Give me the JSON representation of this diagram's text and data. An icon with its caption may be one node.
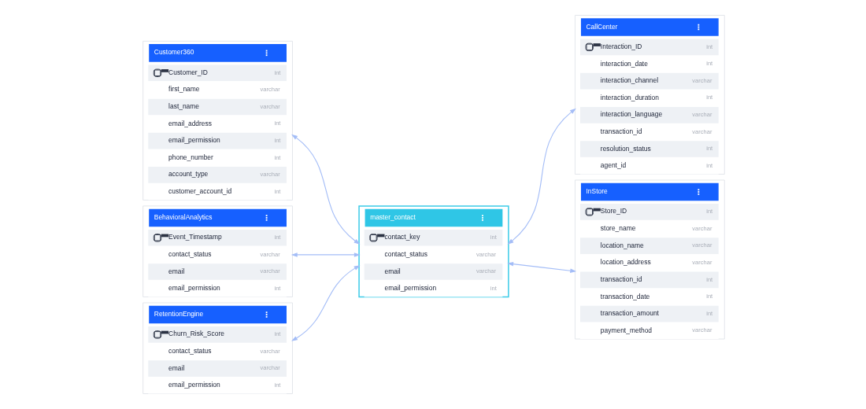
{
  "diagram": {
    "nodes": [
      {
        "text": [
          "Customer360"
        ]
      },
      {
        "text": [
          "Customer_ID",
          "int"
        ],
        "in": 0
      },
      {
        "text": [
          "first_name",
          "varchar"
        ],
        "in": 0
      },
      {
        "text": [
          "last_name",
          "varchar"
        ],
        "in": 0
      },
      {
        "text": [
          "email_address",
          "int"
        ],
        "in": 0
      },
      {
        "text": [
          "email_permission",
          "int"
        ],
        "in": 0
      },
      {
        "text": [
          "phone_number",
          "int"
        ],
        "in": 0
      },
      {
        "text": [
          "account_type",
          "varchar"
        ],
        "in": 0
      },
      {
        "text": [
          "customer_account_id",
          "int"
        ],
        "in": 0
      },
      {
        "text": [
          "BehavioralAnalytics"
        ]
      },
      {
        "text": [
          "Event_Timestamp",
          "int"
        ],
        "in": 9
      },
      {
        "text": [
          "contact_status",
          "varchar"
        ],
        "in": 9
      },
      {
        "text": [
          "email",
          "varchar"
        ],
        "in": 9
      },
      {
        "text": [
          "email_permission",
          "int"
        ],
        "in": 9
      },
      {
        "text": [
          "RetentionEngine"
        ]
      },
      {
        "text": [
          "Churn_Risk_Score",
          "int"
        ],
        "in": 14
      },
      {
        "text": [
          "contact_status",
          "varchar"
        ],
        "in": 14
      },
      {
        "text": [
          "email",
          "varchar"
        ],
        "in": 14
      },
      {
        "text": [
          "email_permission",
          "int"
        ],
        "in": 14
      },
      {
        "text": [
          "master_contact"
        ]
      },
      {
        "text": [
          "contact_key",
          "int"
        ],
        "in": 19
      },
      {
        "text": [
          "contact_status",
          "varchar"
        ],
        "in": 19
      },
      {
        "text": [
          "email",
          "varchar"
        ],
        "in": 19
      },
      {
        "text": [
          "email_permission",
          "int"
        ],
        "in": 19
      },
      {
        "text": [
          "CallCenter"
        ]
      },
      {
        "text": [
          "Interaction_ID",
          "int"
        ],
        "in": 24
      },
      {
        "text": [
          "interaction_date",
          "int"
        ],
        "in": 24
      },
      {
        "text": [
          "interaction_channel",
          "varchar"
        ],
        "in": 24
      },
      {
        "text": [
          "interaction_duration",
          "int"
        ],
        "in": 24
      },
      {
        "text": [
          "interaction_language",
          "varchar"
        ],
        "in": 24
      },
      {
        "text": [
          "transaction_id",
          "varchar"
        ],
        "in": 24
      },
      {
        "text": [
          "resolution_status",
          "int"
        ],
        "in": 24
      },
      {
        "text": [
          "agent_id",
          "int"
        ],
        "in": 24
      },
      {
        "text": [
          "InStore"
        ]
      },
      {
        "text": [
          "Store_ID",
          "int"
        ],
        "in": 33
      },
      {
        "text": [
          "store_name",
          "varchar"
        ],
        "in": 33
      },
      {
        "text": [
          "location_name",
          "varchar"
        ],
        "in": 33
      },
      {
        "text": [
          "location_address",
          "varchar"
        ],
        "in": 33
      },
      {
        "text": [
          "transaction_id",
          "int"
        ],
        "in": 33
      },
      {
        "text": [
          "transaction_date",
          "int"
        ],
        "in": 33
      },
      {
        "text": [
          "transaction_amount",
          "int"
        ],
        "in": 33
      },
      {
        "text": [
          "payment_method",
          "varchar"
        ],
        "in": 33
      }
    ],
    "edges": [
      {
        "from": 0,
        "to": 19,
        "arrow": "both"
      },
      {
        "from": 9,
        "to": 19,
        "arrow": "both"
      },
      {
        "from": 14,
        "to": 19,
        "arrow": "both"
      },
      {
        "from": 19,
        "to": 24,
        "arrow": "both"
      },
      {
        "from": 19,
        "to": 33,
        "arrow": "both"
      }
    ]
  }
}
